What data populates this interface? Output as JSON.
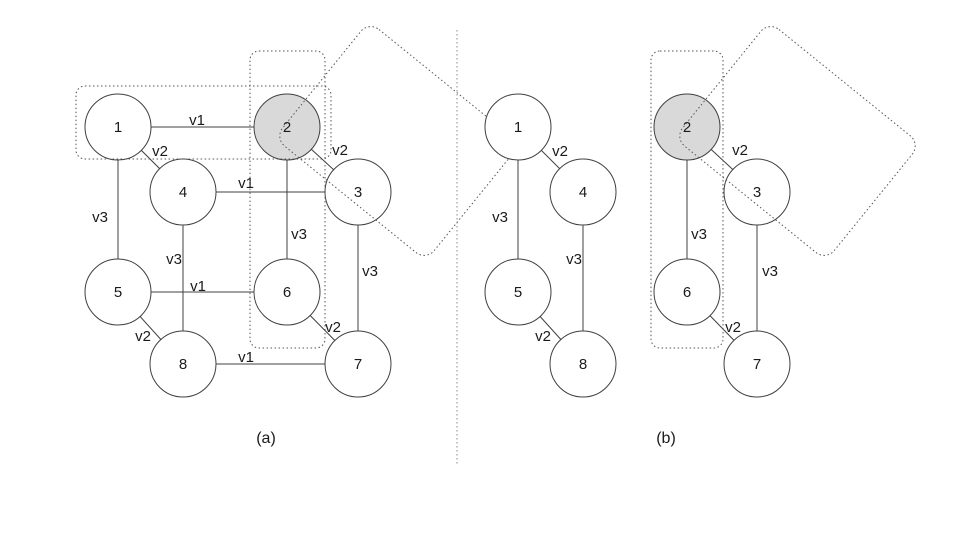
{
  "colors": {
    "node_fill": "#ffffff",
    "highlight_fill": "#d9d9d9",
    "line": "#404040"
  },
  "panels": [
    {
      "id": "a",
      "caption": "(a)",
      "nodes": [
        {
          "label": "1",
          "highlighted": false
        },
        {
          "label": "2",
          "highlighted": true
        },
        {
          "label": "3",
          "highlighted": false
        },
        {
          "label": "4",
          "highlighted": false
        },
        {
          "label": "5",
          "highlighted": false
        },
        {
          "label": "6",
          "highlighted": false
        },
        {
          "label": "7",
          "highlighted": false
        },
        {
          "label": "8",
          "highlighted": false
        }
      ],
      "edges": [
        {
          "from": "1",
          "to": "2",
          "label": "v1"
        },
        {
          "from": "1",
          "to": "4",
          "label": "v2"
        },
        {
          "from": "1",
          "to": "5",
          "label": "v3"
        },
        {
          "from": "2",
          "to": "3",
          "label": "v2"
        },
        {
          "from": "2",
          "to": "6",
          "label": "v3"
        },
        {
          "from": "4",
          "to": "3",
          "label": "v1"
        },
        {
          "from": "4",
          "to": "8",
          "label": "v3"
        },
        {
          "from": "3",
          "to": "7",
          "label": "v3"
        },
        {
          "from": "5",
          "to": "6",
          "label": "v1"
        },
        {
          "from": "5",
          "to": "8",
          "label": "v2"
        },
        {
          "from": "6",
          "to": "7",
          "label": "v2"
        },
        {
          "from": "8",
          "to": "7",
          "label": "v1"
        }
      ]
    },
    {
      "id": "b",
      "caption": "(b)",
      "nodes": [
        {
          "label": "1",
          "highlighted": false
        },
        {
          "label": "4",
          "highlighted": false
        },
        {
          "label": "5",
          "highlighted": false
        },
        {
          "label": "8",
          "highlighted": false
        },
        {
          "label": "2",
          "highlighted": true
        },
        {
          "label": "3",
          "highlighted": false
        },
        {
          "label": "6",
          "highlighted": false
        },
        {
          "label": "7",
          "highlighted": false
        }
      ],
      "edges": [
        {
          "from": "1",
          "to": "4",
          "label": "v2"
        },
        {
          "from": "1",
          "to": "5",
          "label": "v3"
        },
        {
          "from": "4",
          "to": "8",
          "label": "v3"
        },
        {
          "from": "5",
          "to": "8",
          "label": "v2"
        },
        {
          "from": "2",
          "to": "3",
          "label": "v2"
        },
        {
          "from": "2",
          "to": "6",
          "label": "v3"
        },
        {
          "from": "3",
          "to": "7",
          "label": "v3"
        },
        {
          "from": "6",
          "to": "7",
          "label": "v2"
        }
      ]
    }
  ]
}
